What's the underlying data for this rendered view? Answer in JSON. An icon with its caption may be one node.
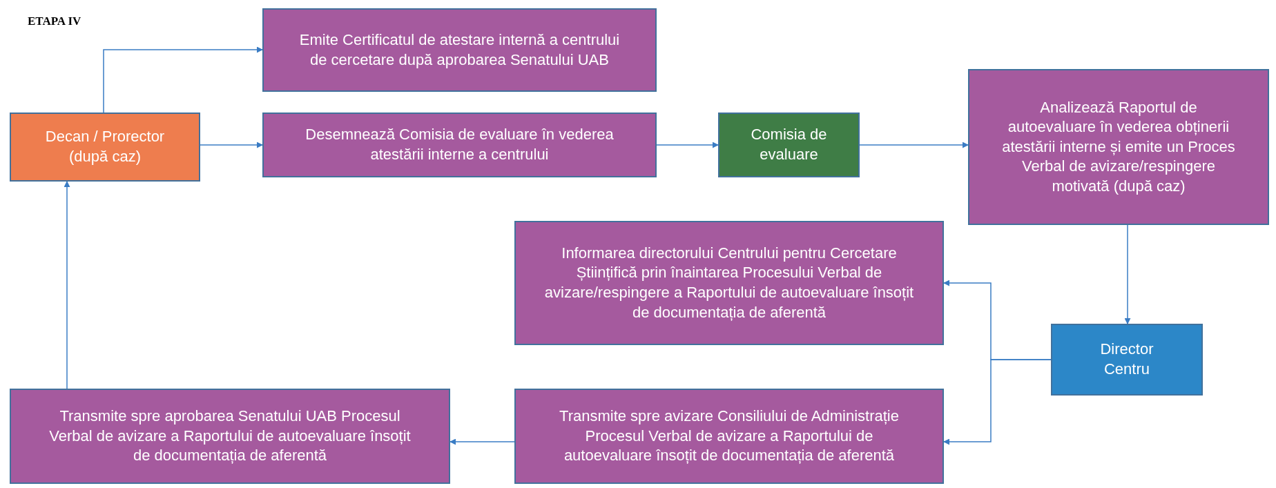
{
  "diagram": {
    "title": "ETAPA IV",
    "nodes": [
      {
        "text": [
          "Decan / Prorector (după caz)"
        ]
      },
      {
        "text": [
          "Emite Certificatul de atestare internă a centrului de cercetare după aprobarea Senatului UAB"
        ]
      },
      {
        "text": [
          "Desemnează Comisia de evaluare în vederea atestării interne a centrului"
        ]
      },
      {
        "text": [
          "Comisia de evaluare"
        ]
      },
      {
        "text": [
          "Analizează Raportul de autoevaluare în vederea obținerii atestării interne și emite un Proces Verbal de avizare/respingere motivată (după caz)"
        ]
      },
      {
        "text": [
          "Informarea directorului Centrului pentru Cercetare Științifică prin înaintarea Procesului Verbal de avizare/respingere a Raportului de autoevaluare însoțit de documentația de aferentă"
        ]
      },
      {
        "text": [
          "Director Centru"
        ]
      },
      {
        "text": [
          "Transmite spre aprobarea Senatului UAB Procesul Verbal de avizare a Raportului de autoevaluare însoțit de documentația de aferentă"
        ]
      },
      {
        "text": [
          "Transmite spre avizare Consiliului de Administrație Procesul Verbal de avizare a Raportului de autoevaluare însoțit de documentația de aferentă"
        ]
      }
    ],
    "edges": [
      {
        "from": 0,
        "to": 1,
        "arrow": "to"
      },
      {
        "from": 0,
        "to": 2,
        "arrow": "to"
      },
      {
        "from": 2,
        "to": 3,
        "arrow": "to"
      },
      {
        "from": 3,
        "to": 4,
        "arrow": "to"
      },
      {
        "from": 4,
        "to": 6,
        "arrow": "to"
      },
      {
        "from": 6,
        "to": 5,
        "arrow": "to"
      },
      {
        "from": 6,
        "to": 8,
        "arrow": "to"
      },
      {
        "from": 8,
        "to": 7,
        "arrow": "to"
      },
      {
        "from": 7,
        "to": 0,
        "arrow": "to"
      }
    ]
  }
}
